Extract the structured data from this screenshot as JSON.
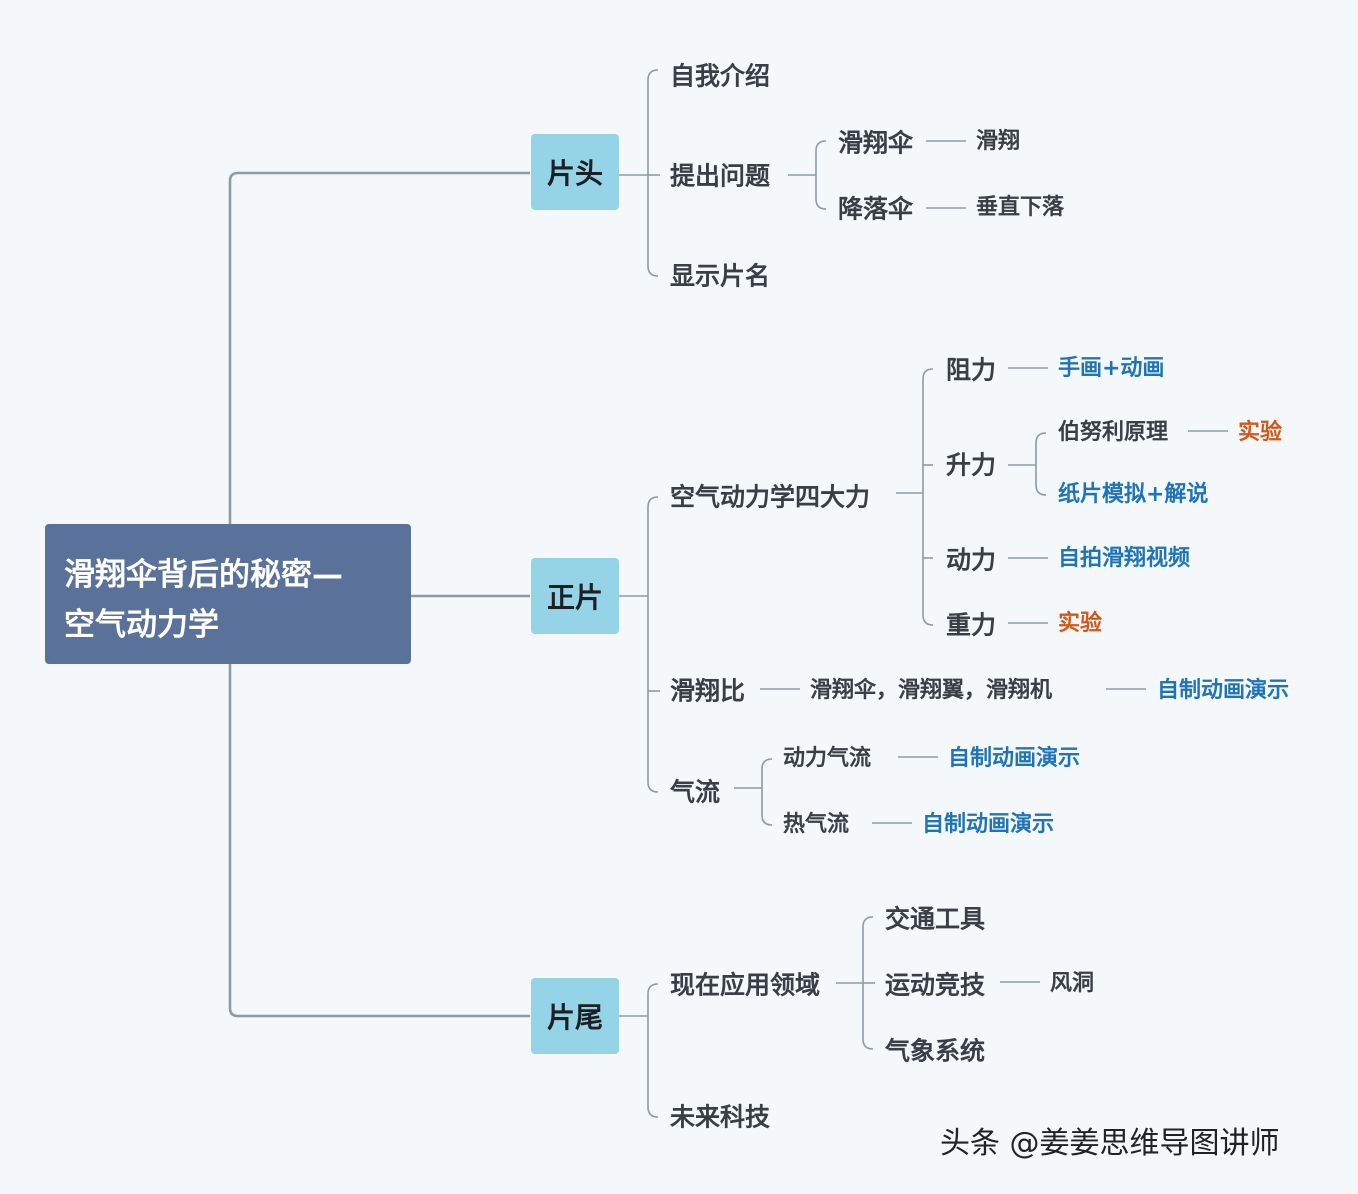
{
  "root": {
    "line1": "滑翔伞背后的秘密—",
    "line2": "空气动力学"
  },
  "sections": {
    "head": "片头",
    "main": "正片",
    "tail": "片尾"
  },
  "head": {
    "intro": "自我介绍",
    "question": "提出问题",
    "glider": "滑翔伞",
    "glide": "滑翔",
    "parachute": "降落伞",
    "fall": "垂直下落",
    "title_show": "显示片名"
  },
  "main": {
    "four_forces": "空气动力学四大力",
    "drag": "阻力",
    "drag_method": "手画+动画",
    "lift": "升力",
    "bernoulli": "伯努利原理",
    "bernoulli_method": "实验",
    "paper_model": "纸片模拟+解说",
    "thrust": "动力",
    "thrust_method": "自拍滑翔视频",
    "gravity": "重力",
    "gravity_method": "实验",
    "glide_ratio": "滑翔比",
    "glide_types": "滑翔伞，滑翔翼，滑翔机",
    "glide_ratio_method": "自制动画演示",
    "airflow": "气流",
    "dynamic_flow": "动力气流",
    "dynamic_flow_method": "自制动画演示",
    "thermal_flow": "热气流",
    "thermal_flow_method": "自制动画演示"
  },
  "tail": {
    "applications": "现在应用领域",
    "transport": "交通工具",
    "sports": "运动竞技",
    "wind_tunnel": "风洞",
    "weather": "气象系统",
    "future": "未来科技"
  },
  "watermark": "头条 @姜姜思维导图讲师",
  "colors": {
    "root_bg": "#5a7199",
    "section_bg": "#95d3e6",
    "method_blue": "#1f74b7",
    "method_orange": "#d2591a",
    "line": "#8f9aa3"
  }
}
